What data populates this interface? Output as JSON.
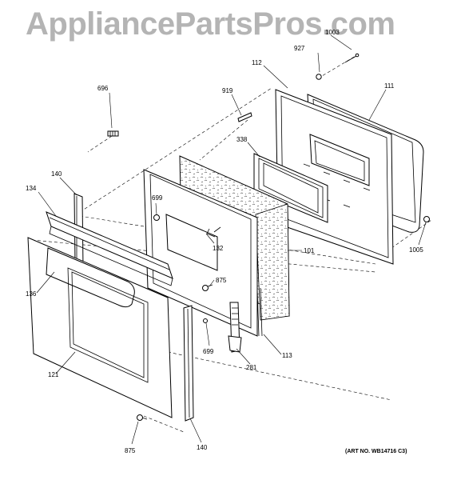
{
  "watermark": "AppliancePartsPros.com",
  "art_number": "(ART NO. WB14716 C3)",
  "part_labels": [
    {
      "id": "lbl-1003",
      "text": "1003"
    },
    {
      "id": "lbl-927",
      "text": "927"
    },
    {
      "id": "lbl-112",
      "text": "112"
    },
    {
      "id": "lbl-111",
      "text": "111"
    },
    {
      "id": "lbl-696",
      "text": "696"
    },
    {
      "id": "lbl-919",
      "text": "919"
    },
    {
      "id": "lbl-338",
      "text": "338"
    },
    {
      "id": "lbl-140a",
      "text": "140"
    },
    {
      "id": "lbl-134",
      "text": "134"
    },
    {
      "id": "lbl-699a",
      "text": "699"
    },
    {
      "id": "lbl-132",
      "text": "132"
    },
    {
      "id": "lbl-101",
      "text": "101"
    },
    {
      "id": "lbl-1005",
      "text": "1005"
    },
    {
      "id": "lbl-136",
      "text": "136"
    },
    {
      "id": "lbl-875a",
      "text": "875"
    },
    {
      "id": "lbl-699b",
      "text": "699"
    },
    {
      "id": "lbl-113",
      "text": "113"
    },
    {
      "id": "lbl-281",
      "text": "281"
    },
    {
      "id": "lbl-121",
      "text": "121"
    },
    {
      "id": "lbl-875b",
      "text": "875"
    },
    {
      "id": "lbl-140b",
      "text": "140"
    }
  ]
}
